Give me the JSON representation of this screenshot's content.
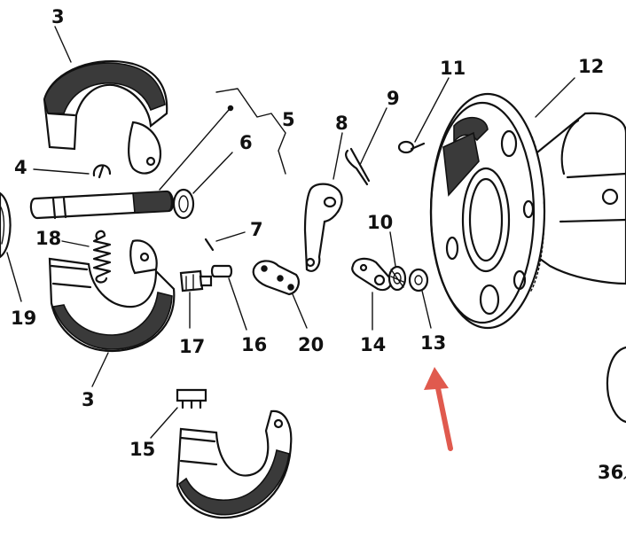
{
  "callouts": {
    "p3_top": "3",
    "p3_bottom": "3",
    "p4": "4",
    "p5": "5",
    "p6": "6",
    "p7": "7",
    "p8": "8",
    "p9": "9",
    "p10": "10",
    "p11": "11",
    "p12": "12",
    "p13": "13",
    "p14": "14",
    "p15": "15",
    "p16": "16",
    "p17": "17",
    "p18": "18",
    "p19": "19",
    "p20": "20",
    "p36": "36"
  },
  "colors": {
    "ink": "#111111",
    "arrow": "#e05a4e",
    "background": "#ffffff"
  },
  "highlight": {
    "icon": "arrow-up-icon",
    "target_callout": "13"
  }
}
